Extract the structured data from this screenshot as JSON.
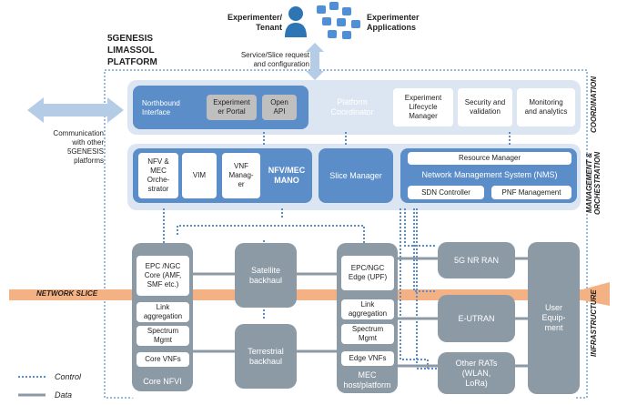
{
  "top": {
    "experimenter_tenant": "Experimenter/\nTenant",
    "experimenter_applications": "Experimenter\nApplications",
    "request_note": "Service/Slice request\nand configuration",
    "platform_title": "5GENESIS\nLIMASSOL\nPLATFORM",
    "communication_note": "Communication\nwith other\n5GENESIS\nplatforms"
  },
  "coordination": {
    "northbound": "Northbound\nInterface",
    "experimenter_portal": "Experiment\ner Portal",
    "open_api": "Open\nAPI",
    "platform_coordinator": "Platform\nCoordinator",
    "lifecycle": "Experiment\nLifecycle\nManager",
    "security": "Security and\nvalidation",
    "monitoring": "Monitoring\nand analytics",
    "side_label": "COORDINATION"
  },
  "management": {
    "nfv_orchestrator": "NFV &\nMEC\nOrche-\nstrator",
    "vim": "VIM",
    "vnf_manager": "VNF\nManag-\ner",
    "nfv_mano": "NFV/MEC\nMANO",
    "slice_manager": "Slice Manager",
    "resource_manager": "Resource Manager",
    "nms": "Network Management System (NMS)",
    "sdn_controller": "SDN Controller",
    "pnf_management": "PNF Management",
    "side_label": "MANAGEMENT &\nORCHESTRATION"
  },
  "infrastructure": {
    "network_slice": "NETWORK SLICE",
    "core_nfvi": {
      "epc": "EPC /NGC\nCore (AMF,\nSMF etc.)",
      "link": "Link\naggregation",
      "spectrum": "Spectrum\nMgmt",
      "vnfs": "Core VNFs",
      "label": "Core NFVI"
    },
    "satellite": "Satellite\nbackhaul",
    "terrestrial": "Terrestrial\nbackhaul",
    "mec": {
      "epc": "EPC/NGC\nEdge (UPF)",
      "link": "Link\naggregation",
      "spectrum": "Spectrum\nMgmt",
      "vnfs": "Edge VNFs",
      "label": "MEC\nhost/platform"
    },
    "nr_ran": "5G NR RAN",
    "eutran": "E-UTRAN",
    "other_rats": "Other RATs\n(WLAN,\nLoRa)",
    "user_equipment": "User\nEquip-\nment",
    "side_label": "INFRASTRUCTURE"
  },
  "legend": {
    "control": "Control",
    "data": "Data"
  },
  "colors": {
    "blue_box": "#5b8dc9",
    "panel": "#dce6f2",
    "gray_box": "#8c9aa6",
    "slice": "#f4b183",
    "arrow": "#b4cce6"
  }
}
